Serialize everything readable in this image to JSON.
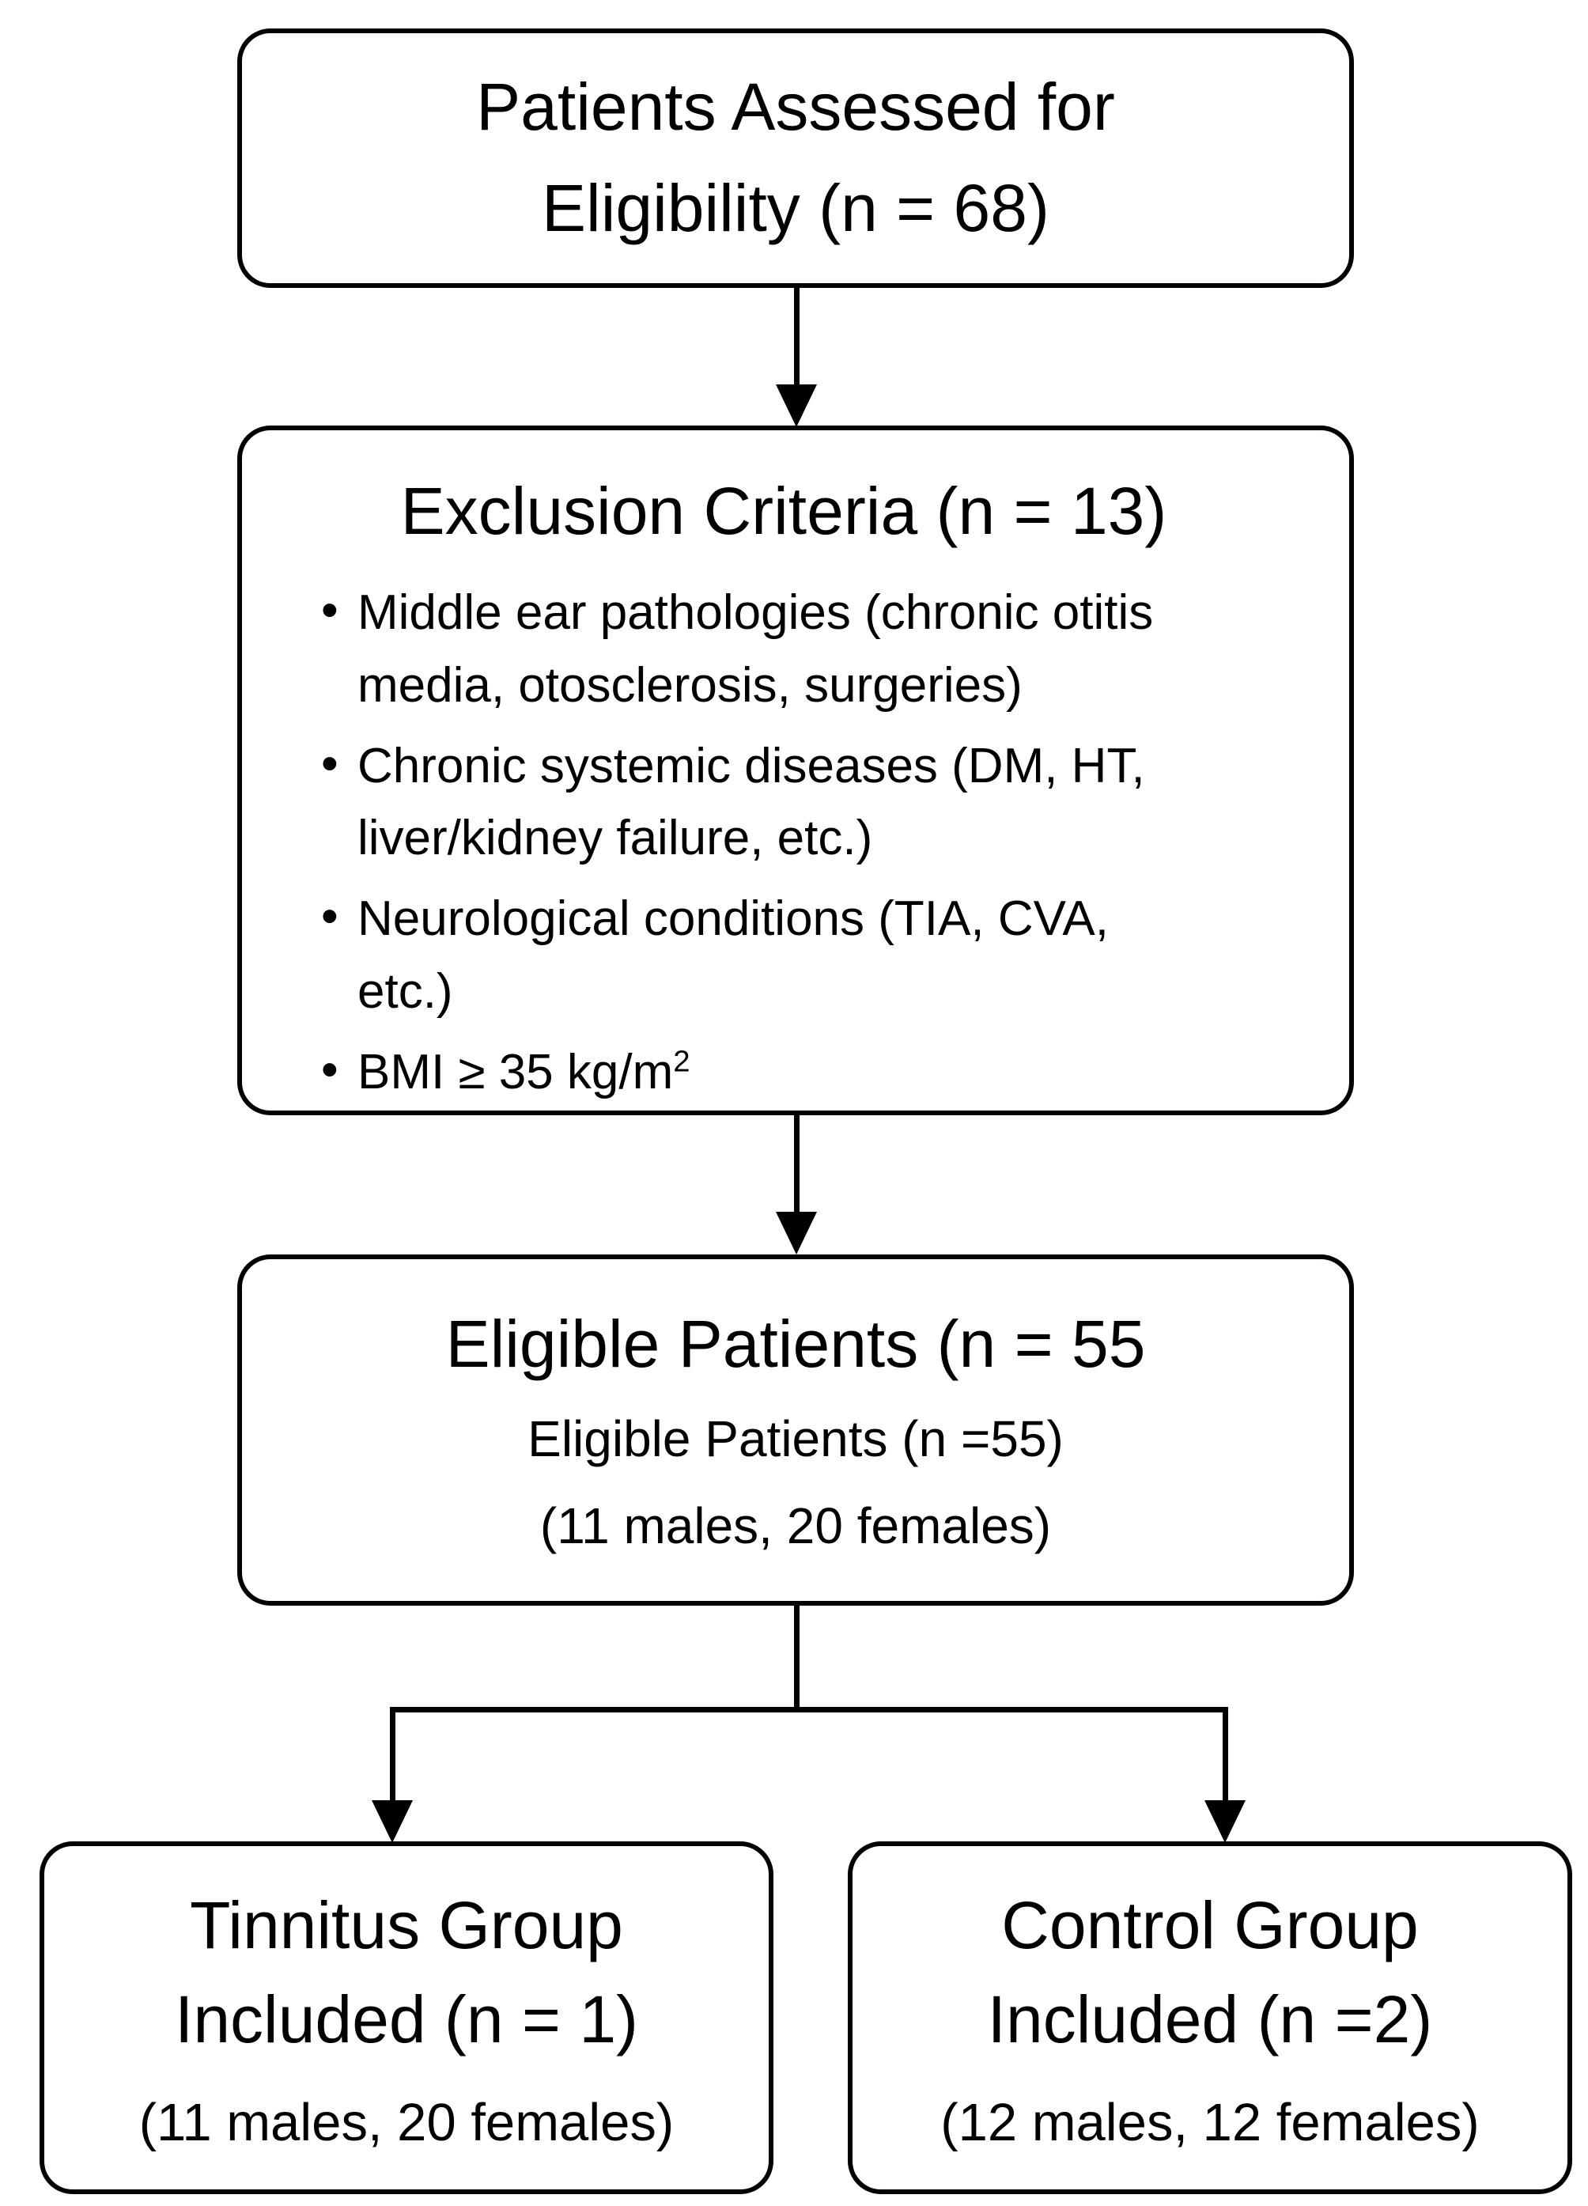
{
  "figure": {
    "type": "flowchart",
    "background_color": "#ffffff",
    "line_color": "#000000",
    "text_color": "#000000"
  },
  "boxes": {
    "assessed": {
      "title": "Patients Assessed for\nEligibility (n = 68)"
    },
    "exclusion": {
      "title": "Exclusion Criteria (n = 13)",
      "bullets": [
        {
          "text": "Middle ear pathologies (chronic otitis\nmedia, otosclerosis, surgeries)",
          "sup": ""
        },
        {
          "text": "Chronic systemic diseases (DM, HT,\nliver/kidney failure, etc.)",
          "sup": ""
        },
        {
          "text": "Neurological conditions (TIA, CVA,\netc.)",
          "sup": ""
        },
        {
          "text": "BMI ≥ 35 kg/m",
          "sup": "2"
        }
      ]
    },
    "eligible": {
      "title": "Eligible Patients (n = 55",
      "subtitle": "Eligible Patients (n =55)",
      "demographics": "(11 males, 20 females)"
    },
    "tinnitus": {
      "title": "Tinnitus Group\nIncluded (n = 1)",
      "demographics": "(11 males, 20 females)"
    },
    "control": {
      "title": "Control Group\nIncluded (n =2)",
      "demographics": "(12 males, 12 females)"
    }
  },
  "edges": [
    {
      "from": "assessed",
      "to": "exclusion"
    },
    {
      "from": "exclusion",
      "to": "eligible"
    },
    {
      "from": "eligible",
      "to": "tinnitus"
    },
    {
      "from": "eligible",
      "to": "control"
    }
  ]
}
